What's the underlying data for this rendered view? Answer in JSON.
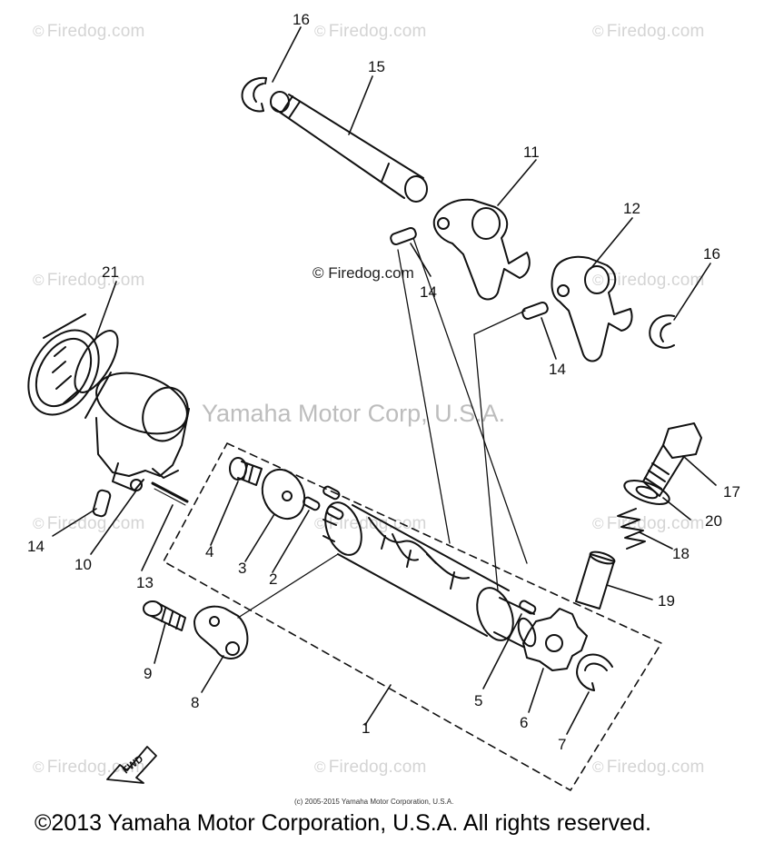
{
  "watermarks": {
    "text": "Firedog.com",
    "symbol": "©",
    "center_text": "Yamaha Motor Corp, U.S.A.",
    "center_mark": "© Firedog.com"
  },
  "callouts": {
    "p1": "1",
    "p2": "2",
    "p3": "3",
    "p4": "4",
    "p5": "5",
    "p6": "6",
    "p7": "7",
    "p8": "8",
    "p9": "9",
    "p10": "10",
    "p11": "11",
    "p12": "12",
    "p13": "13",
    "p14a": "14",
    "p14b": "14",
    "p14c": "14",
    "p15": "15",
    "p16a": "16",
    "p16b": "16",
    "p17": "17",
    "p18": "18",
    "p19": "19",
    "p20": "20",
    "p21": "21"
  },
  "fwd_label": "FWD",
  "small_copyright": "(c) 2005-2015 Yamaha Motor Corporation, U.S.A.",
  "footer_copyright": "©2013 Yamaha Motor Corporation, U.S.A. All rights reserved."
}
